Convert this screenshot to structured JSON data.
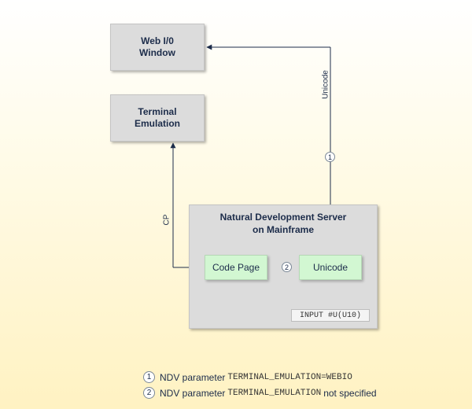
{
  "boxes": {
    "web_io": {
      "line1": "Web I/0",
      "line2": "Window"
    },
    "terminal": {
      "line1": "Terminal",
      "line2": "Emulation"
    },
    "server": {
      "line1": "Natural Development Server",
      "line2": "on Mainframe"
    },
    "code_page": "Code Page",
    "unicode": "Unicode",
    "input": "INPUT #U(U10)"
  },
  "labels": {
    "unicode_vertical": "Unicode",
    "cp_vertical": "CP",
    "marker1": "1",
    "marker2": "2"
  },
  "legend": [
    {
      "num": "1",
      "prefix": "NDV parameter",
      "code": "TERMINAL_EMULATION=WEBIO",
      "suffix": ""
    },
    {
      "num": "2",
      "prefix": "NDV parameter",
      "code": "TERMINAL_EMULATION",
      "suffix": "not specified"
    }
  ],
  "colors": {
    "line": "#1c2c4a",
    "box": "#dcdcdc",
    "green": "#d2f7d2"
  }
}
